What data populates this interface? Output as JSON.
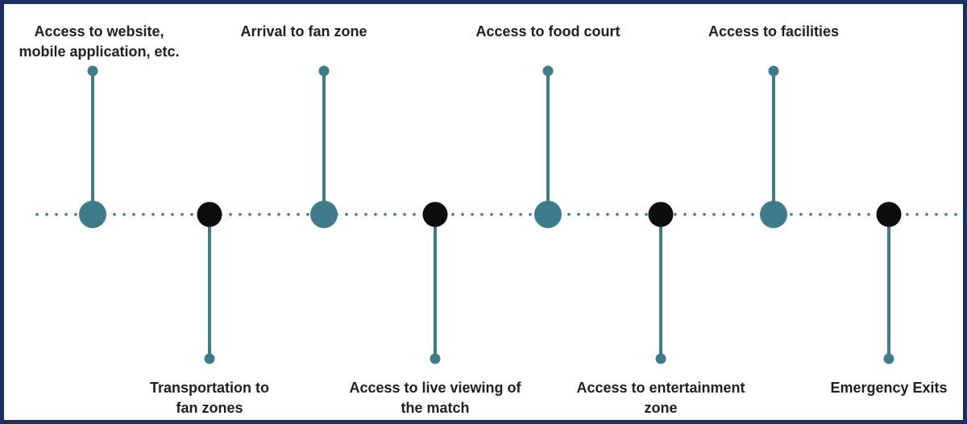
{
  "timeline": {
    "description": "Fan zone visitor journey timeline",
    "milestones": [
      {
        "label": "Access to website,\nmobile application, etc.",
        "side": "top",
        "node_color": "#3e7c8b"
      },
      {
        "label": "Transportation to\nfan zones",
        "side": "bottom",
        "node_color": "#0c0c0c"
      },
      {
        "label": "Arrival to fan zone",
        "side": "top",
        "node_color": "#3e7c8b"
      },
      {
        "label": "Access to live viewing of\nthe match",
        "side": "bottom",
        "node_color": "#0c0c0c"
      },
      {
        "label": "Access to food court",
        "side": "top",
        "node_color": "#3e7c8b"
      },
      {
        "label": "Access to entertainment\nzone",
        "side": "bottom",
        "node_color": "#0c0c0c"
      },
      {
        "label": "Access to facilities",
        "side": "top",
        "node_color": "#3e7c8b"
      },
      {
        "label": "Emergency Exits",
        "side": "bottom",
        "node_color": "#0c0c0c"
      }
    ],
    "colors": {
      "accent_teal": "#3e7c8b",
      "node_black": "#0c0c0c",
      "frame_border_navy": "#1d3160",
      "label_text": "#202020",
      "background": "#ffffff"
    }
  }
}
